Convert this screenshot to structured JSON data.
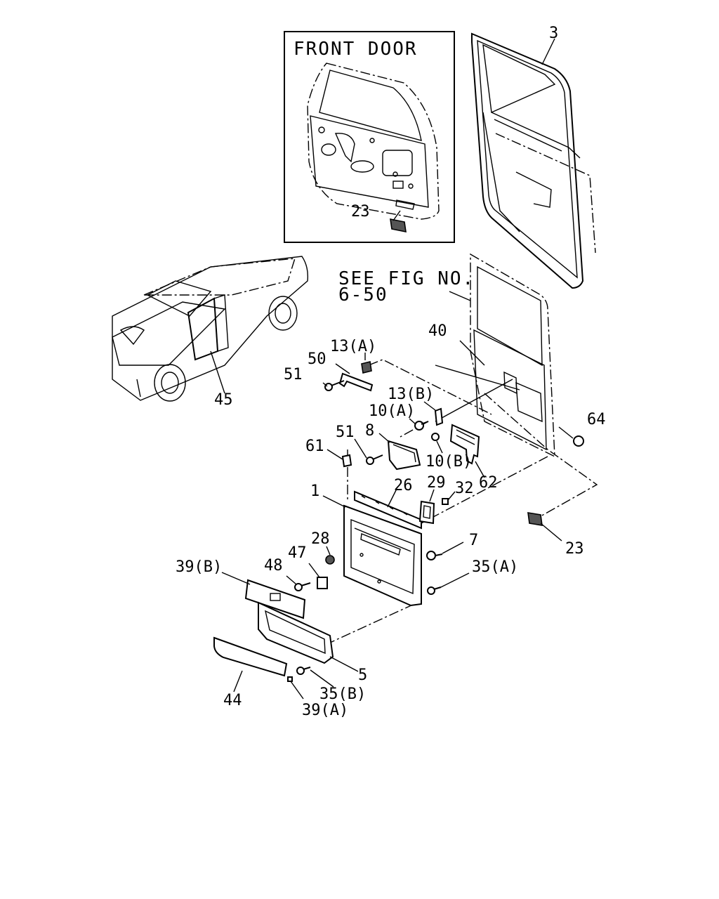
{
  "inset": {
    "title": "FRONT DOOR",
    "part_label": "23"
  },
  "reference_note": {
    "line1": "SEE FIG NO.",
    "line2": "6-50"
  },
  "callouts": [
    {
      "key": "c3",
      "text": "3"
    },
    {
      "key": "c40",
      "text": "40"
    },
    {
      "key": "c13a",
      "text": "13(A)"
    },
    {
      "key": "c50",
      "text": "50"
    },
    {
      "key": "c51a",
      "text": "51"
    },
    {
      "key": "c13b",
      "text": "13(B)"
    },
    {
      "key": "c10a",
      "text": "10(A)"
    },
    {
      "key": "c8",
      "text": "8"
    },
    {
      "key": "c51b",
      "text": "51"
    },
    {
      "key": "c64",
      "text": "64"
    },
    {
      "key": "c61",
      "text": "61"
    },
    {
      "key": "c10b",
      "text": "10(B)"
    },
    {
      "key": "c62",
      "text": "62"
    },
    {
      "key": "c1",
      "text": "1"
    },
    {
      "key": "c26",
      "text": "26"
    },
    {
      "key": "c29",
      "text": "29"
    },
    {
      "key": "c32",
      "text": "32"
    },
    {
      "key": "c28",
      "text": "28"
    },
    {
      "key": "c7",
      "text": "7"
    },
    {
      "key": "c23",
      "text": "23"
    },
    {
      "key": "c47",
      "text": "47"
    },
    {
      "key": "c39b",
      "text": "39(B)"
    },
    {
      "key": "c48",
      "text": "48"
    },
    {
      "key": "c35a",
      "text": "35(A)"
    },
    {
      "key": "c5",
      "text": "5"
    },
    {
      "key": "c44",
      "text": "44"
    },
    {
      "key": "c35b",
      "text": "35(B)"
    },
    {
      "key": "c39a",
      "text": "39(A)"
    },
    {
      "key": "c45",
      "text": "45"
    }
  ]
}
